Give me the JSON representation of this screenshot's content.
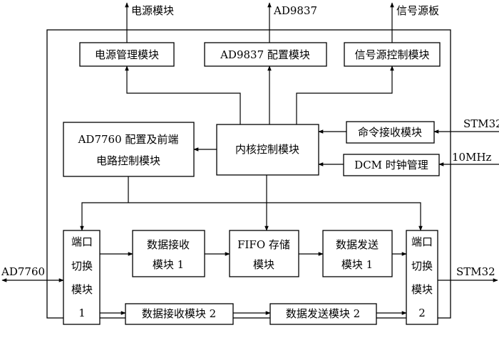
{
  "external": {
    "power_out": "电源模块",
    "ad9837_out": "AD9837",
    "signal_out": "信号源板",
    "stm32_in": "STM32",
    "clock_in": "10MHz",
    "ad7760_io": "AD7760",
    "stm32_out": "STM32"
  },
  "blocks": {
    "power_mgmt": "电源管理模块",
    "ad9837_cfg": "AD9837 配置模块",
    "signal_ctrl": "信号源控制模块",
    "ad7760_cfg": [
      "AD7760 配置及前端",
      "电路控制模块"
    ],
    "core_ctrl": "内核控制模块",
    "cmd_recv": "命令接收模块",
    "dcm_clock": "DCM 时钟管理",
    "port_switch_1": [
      "端口",
      "切换",
      "模块",
      "1"
    ],
    "data_recv_1": [
      "数据接收",
      "模块 1"
    ],
    "fifo": [
      "FIFO 存储",
      "模块"
    ],
    "data_send_1": [
      "数据发送",
      "模块 1"
    ],
    "port_switch_2": [
      "端口",
      "切换",
      "模块",
      "2"
    ],
    "data_recv_2": "数据接收模块 2",
    "data_send_2": "数据发送模块 2"
  }
}
